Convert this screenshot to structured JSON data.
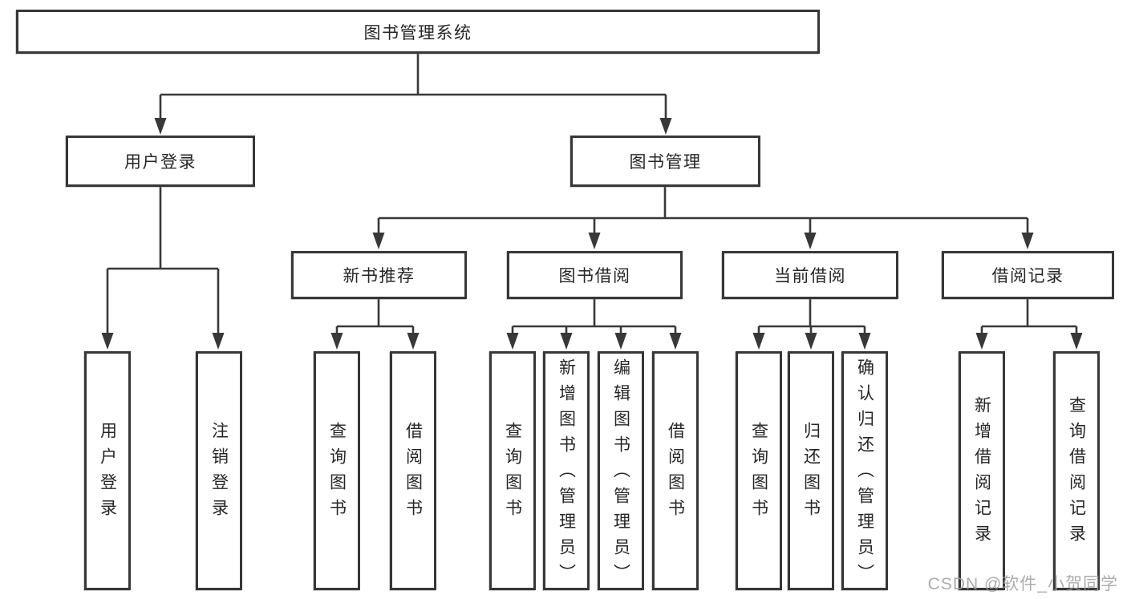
{
  "diagram": {
    "root": {
      "label": "图书管理系统"
    },
    "branches": [
      {
        "label": "用户登录",
        "children": [
          {
            "label": "用户登录"
          },
          {
            "label": "注销登录"
          }
        ]
      },
      {
        "label": "图书管理",
        "children": [
          {
            "label": "新书推荐",
            "children": [
              {
                "label": "查询图书"
              },
              {
                "label": "借阅图书"
              }
            ]
          },
          {
            "label": "图书借阅",
            "children": [
              {
                "label": "查询图书"
              },
              {
                "label": "新增图书（管理员）"
              },
              {
                "label": "编辑图书（管理员）"
              },
              {
                "label": "借阅图书"
              }
            ]
          },
          {
            "label": "当前借阅",
            "children": [
              {
                "label": "查询图书"
              },
              {
                "label": "归还图书"
              },
              {
                "label": "确认归还（管理员）"
              }
            ]
          },
          {
            "label": "借阅记录",
            "children": [
              {
                "label": "新增借阅记录"
              },
              {
                "label": "查询借阅记录"
              }
            ]
          }
        ]
      }
    ]
  },
  "watermark": {
    "text": "CSDN @软件_小贺同学"
  },
  "colors": {
    "line": "#383838",
    "box_border": "#373737",
    "text": "#262626",
    "background": "#ffffff",
    "watermark": "#9e9e9e"
  }
}
